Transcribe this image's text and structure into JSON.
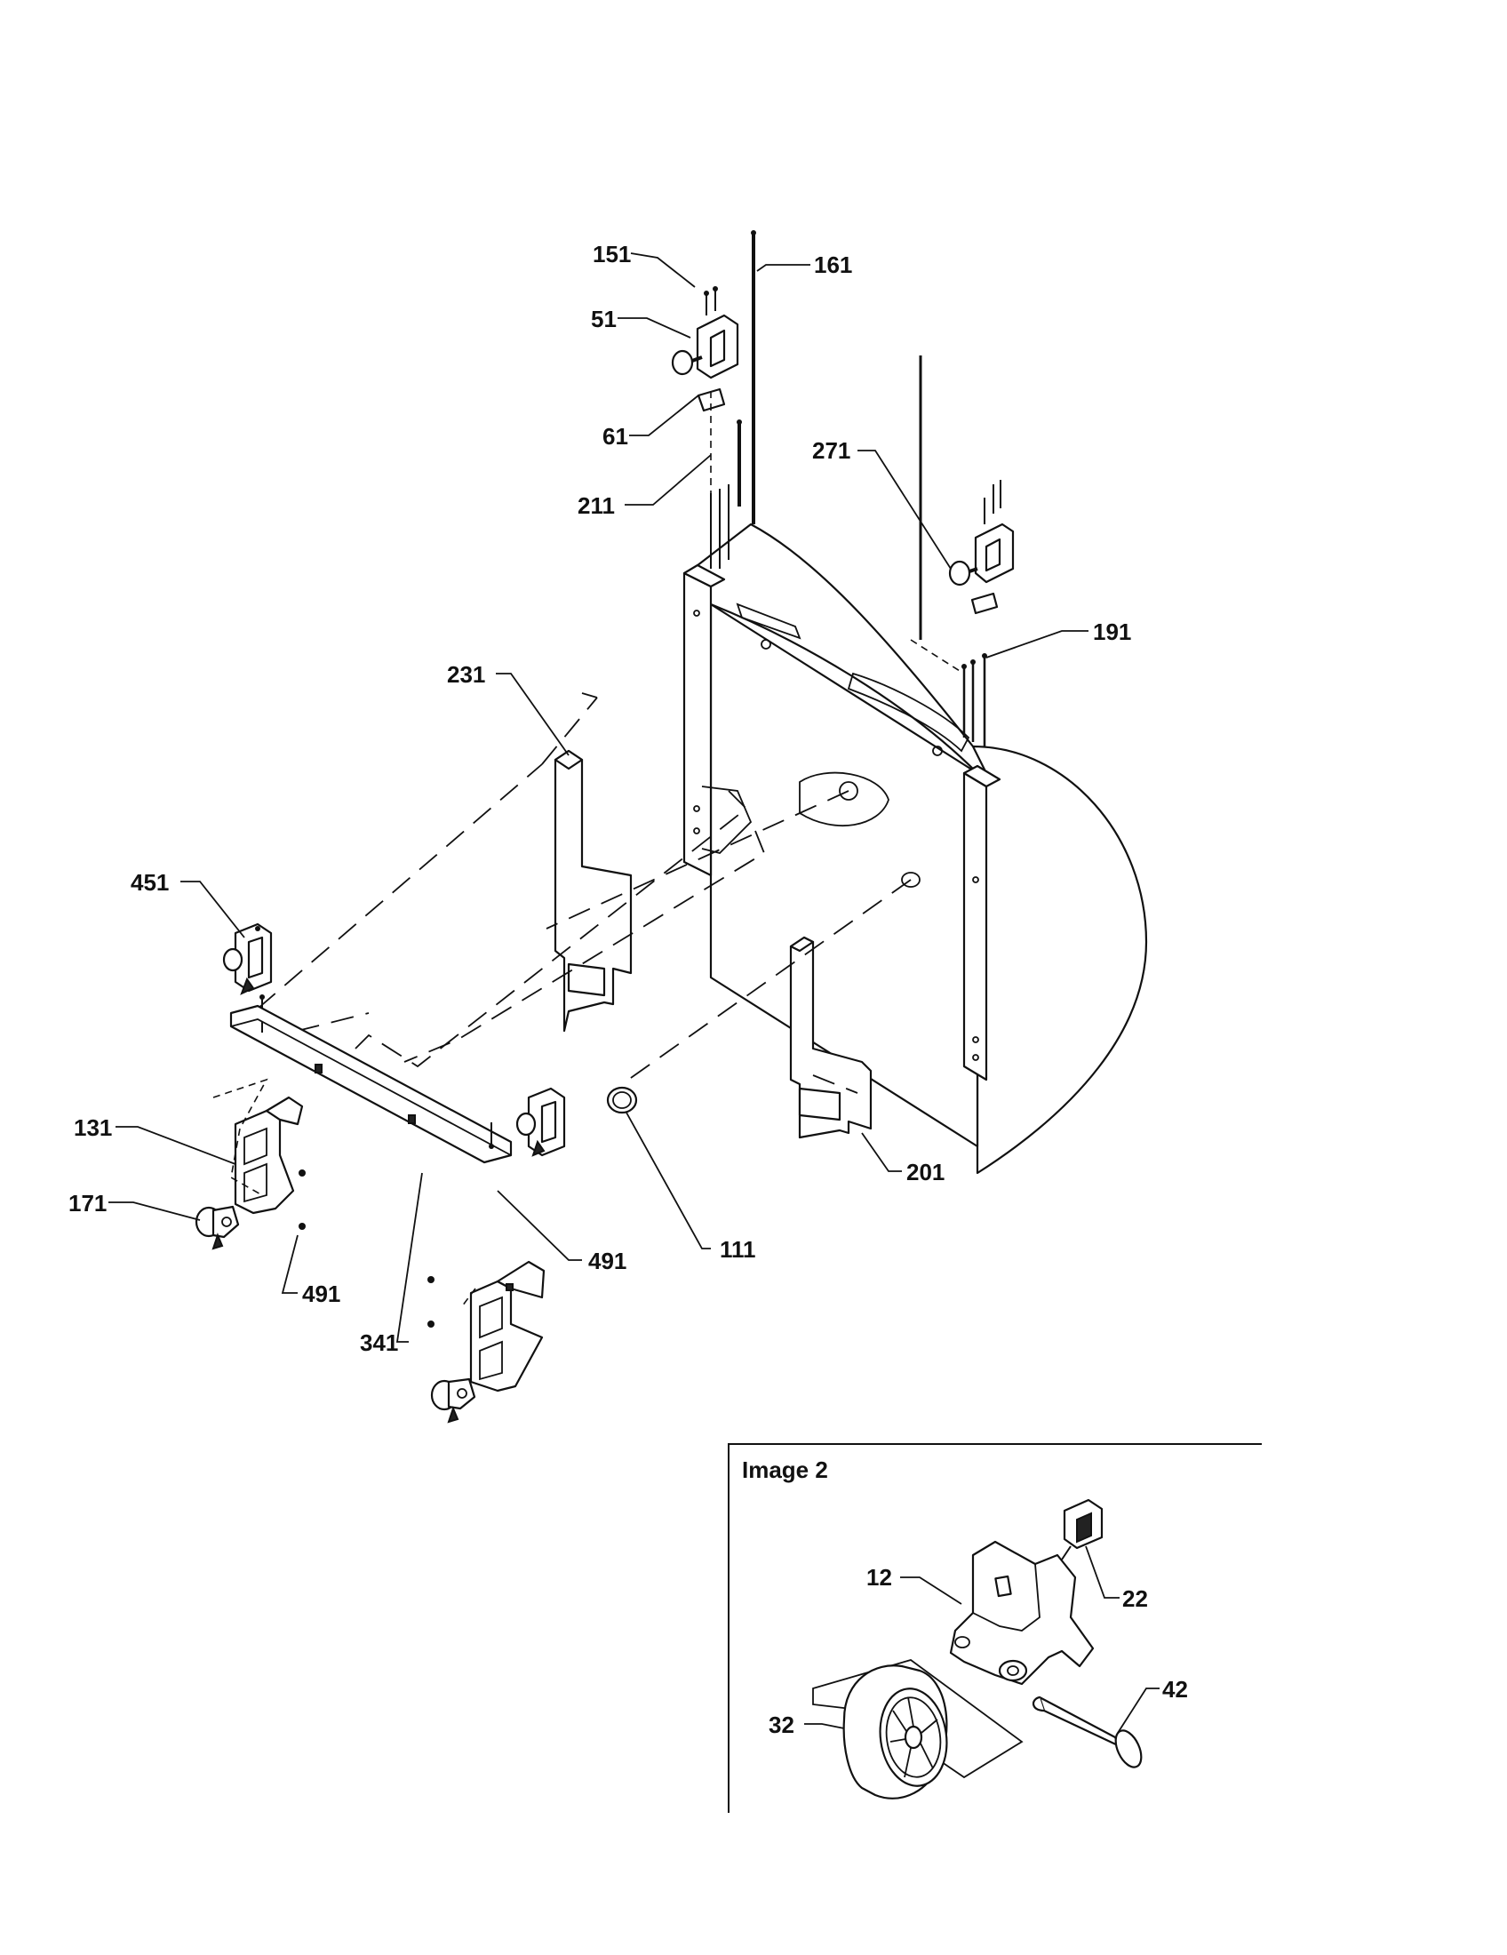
{
  "callouts": {
    "c151": "151",
    "c161": "161",
    "c51": "51",
    "c61": "61",
    "c211": "211",
    "c271": "271",
    "c191": "191",
    "c231": "231",
    "c451": "451",
    "c131": "131",
    "c171": "171",
    "c491a": "491",
    "c491b": "491",
    "c341": "341",
    "c111": "111",
    "c201": "201"
  },
  "inset": {
    "title": "Image 2",
    "callouts": {
      "c12": "12",
      "c22": "22",
      "c32": "32",
      "c42": "42"
    }
  }
}
